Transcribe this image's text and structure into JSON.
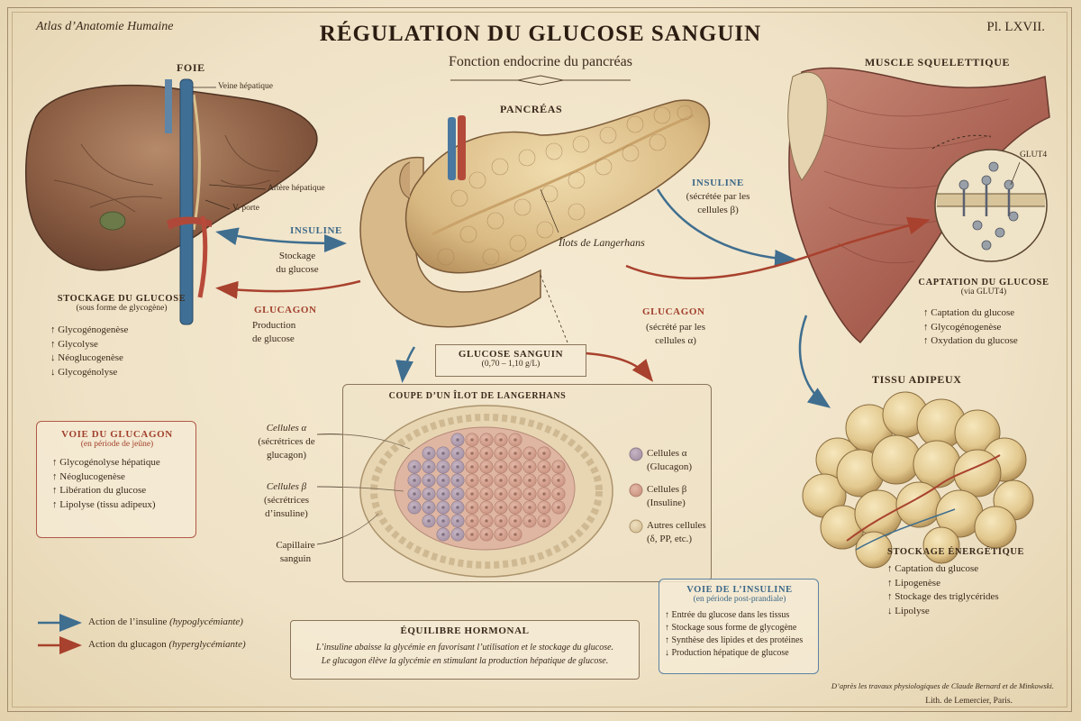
{
  "header": {
    "atlas": "Atlas d’Anatomie Humaine",
    "plate": "Pl. LXVII.",
    "title": "RÉGULATION DU GLUCOSE SANGUIN",
    "subtitle": "Fonction endocrine du pancréas"
  },
  "liver": {
    "heading": "FOIE",
    "labels": {
      "hepatic_vein": "Veine hépatique",
      "hepatic_artery": "Artère hépatique",
      "portal_vein": "V. porte"
    },
    "storage_title": "STOCKAGE DU GLUCOSE",
    "storage_subtitle": "(sous forme de glycogène)",
    "storage_items": [
      "↑ Glycogénogenèse",
      "↑ Glycolyse",
      "↓ Néoglucogenèse",
      "↓ Glycogénolyse"
    ]
  },
  "pancreas": {
    "heading": "PANCRÉAS",
    "islets_label": "Îlots de Langerhans"
  },
  "liver_arrows": {
    "insulin_label": "INSULINE",
    "insulin_sub": [
      "Stockage",
      "du glucose"
    ],
    "glucagon_label": "GLUCAGON",
    "glucagon_sub": [
      "Production",
      "de glucose"
    ]
  },
  "muscle_arrows": {
    "insulin_label": "INSULINE",
    "insulin_sub": [
      "(sécrétée par les",
      "cellules β)"
    ],
    "glucagon_label": "GLUCAGON",
    "glucagon_sub": [
      "(sécrété par les",
      "cellules α)"
    ]
  },
  "muscle": {
    "heading": "MUSCLE SQUELETTIQUE",
    "glut4": "GLUT4",
    "capture_title": "CAPTATION DU GLUCOSE",
    "capture_subtitle": "(via GLUT4)",
    "capture_items": [
      "↑ Captation du glucose",
      "↑ Glycogénogenèse",
      "↑ Oxydation du glucose"
    ]
  },
  "adipose": {
    "heading": "TISSU ADIPEUX",
    "storage_title": "STOCKAGE ÉNERGÉTIQUE",
    "storage_items": [
      "↑ Captation du glucose",
      "↑ Lipogenèse",
      "↑ Stockage des triglycérides",
      "↓ Lipolyse"
    ]
  },
  "blood_glucose": {
    "title": "GLUCOSE SANGUIN",
    "range": "(0,70 – 1,10 g/L)"
  },
  "islet_section": {
    "title": "COUPE D’UN ÎLOT DE LANGERHANS",
    "alpha_label": [
      "Cellules α",
      "(sécrétrices de",
      "glucagon)"
    ],
    "beta_label": [
      "Cellules β",
      "(sécrétrices",
      "d’insuline)"
    ],
    "capillary_label": [
      "Capillaire",
      "sanguin"
    ],
    "legend": [
      {
        "name": "Cellules α",
        "sub": "(Glucagon)",
        "color": "#8d78a4"
      },
      {
        "name": "Cellules β",
        "sub": "(Insuline)",
        "color": "#c97d72"
      },
      {
        "name": "Autres cellules",
        "sub": "(δ, PP, etc.)",
        "color": "#dcc49a"
      }
    ]
  },
  "glucagon_path": {
    "title": "VOIE DU GLUCAGON",
    "subtitle": "(en période de jeûne)",
    "items": [
      "↑ Glycogénolyse hépatique",
      "↑ Néoglucogenèse",
      "↑ Libération du glucose",
      "↑ Lipolyse (tissu adipeux)"
    ]
  },
  "insulin_path": {
    "title": "VOIE DE L’INSULINE",
    "subtitle": "(en période post-prandiale)",
    "items": [
      "↑ Entrée du glucose dans les tissus",
      "↑ Stockage sous forme de glycogène",
      "↑ Synthèse des lipides et des protéines",
      "↓ Production hépatique de glucose"
    ]
  },
  "legend": {
    "insulin": "Action de l’insuline",
    "insulin_note": "(hypoglycémiante)",
    "glucagon": "Action du glucagon",
    "glucagon_note": "(hyperglycémiante)"
  },
  "balance": {
    "title": "ÉQUILIBRE HORMONAL",
    "line1": "L’insuline abaisse la glycémie en favorisant l’utilisation et le stockage du glucose.",
    "line2": "Le glucagon élève la glycémie en stimulant la production hépatique de glucose."
  },
  "footer": {
    "credit": "D’après les travaux physiologiques de Claude Bernard et de Minkowski.",
    "lith": "Lith. de Lemercier, Paris."
  },
  "colors": {
    "insulin": "#3f6e8f",
    "glucagon": "#a8412d",
    "ink": "#3a2a1c",
    "paper": "#efe3c8"
  }
}
